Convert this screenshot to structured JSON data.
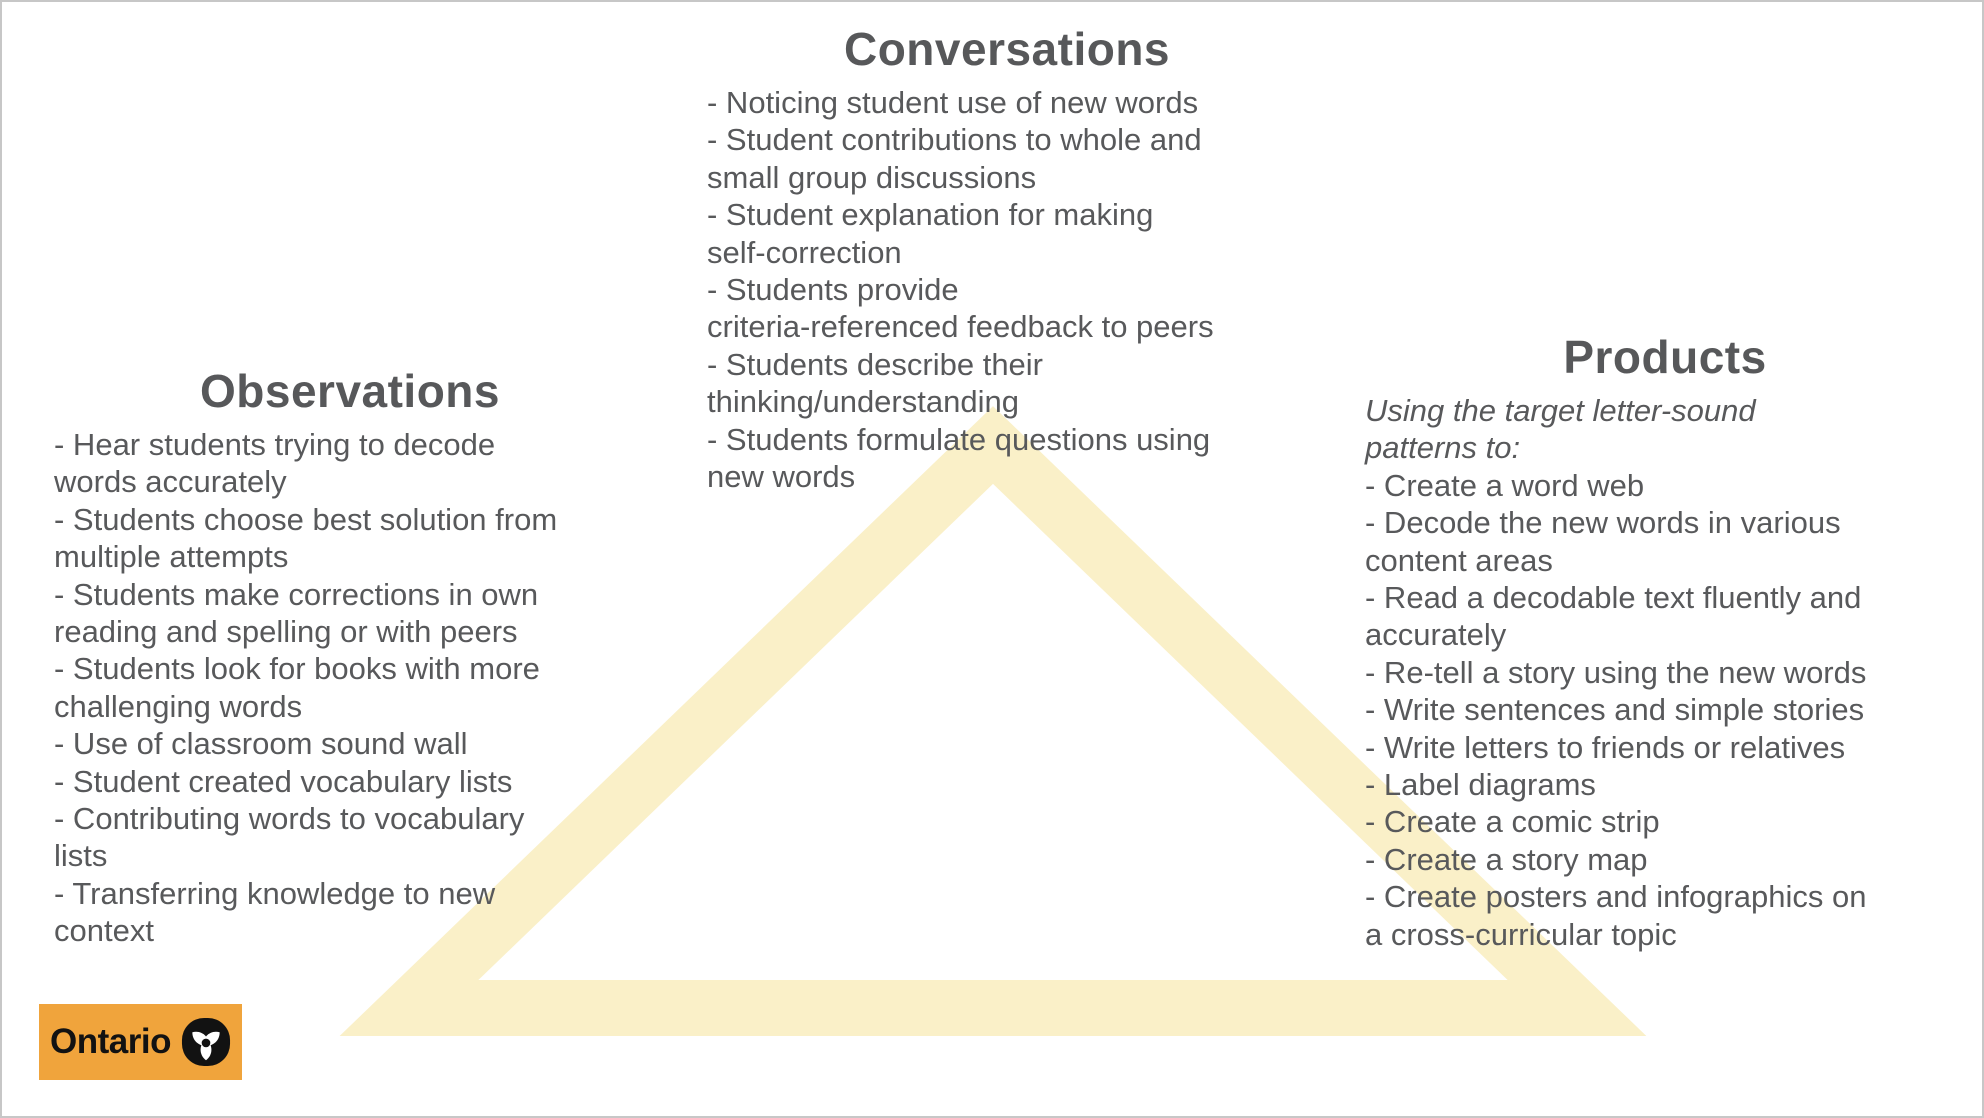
{
  "page": {
    "background_color": "#ffffff",
    "border_color": "#c7c7c7"
  },
  "triangle": {
    "shape": "triangle-outline",
    "color": "#faf0c8"
  },
  "sections": {
    "conversations": {
      "title": "Conversations",
      "items": [
        "- Noticing student use of new words",
        "- Student contributions to whole and\nsmall group discussions",
        "- Student explanation for making\nself-correction",
        "- Students provide\ncriteria-referenced feedback to peers",
        "- Students describe their\nthinking/understanding",
        "- Students formulate questions using\nnew words"
      ]
    },
    "observations": {
      "title": "Observations",
      "items": [
        "- Hear students trying to decode\nwords accurately",
        "- Students choose best solution from\nmultiple attempts",
        "- Students make corrections in own\nreading and spelling or with peers",
        "- Students look for books with more\nchallenging words",
        "- Use of classroom sound wall",
        "- Student created vocabulary lists",
        "- Contributing words to vocabulary\nlists",
        "- Transferring knowledge to new\ncontext"
      ]
    },
    "products": {
      "title": "Products",
      "intro": "Using the target letter-sound\npatterns to:",
      "items": [
        "- Create a word web",
        "- Decode the new words in various\ncontent areas",
        "- Read a decodable text fluently and\naccurately",
        "- Re-tell a story using the new words",
        "- Write sentences and simple stories",
        "- Write letters to friends or relatives",
        "- Label diagrams",
        "- Create a comic strip",
        "- Create a story map",
        "- Create posters and infographics on\na cross-curricular topic"
      ]
    }
  },
  "logo": {
    "text": "Ontario",
    "background_color": "#f0a43c",
    "icon": "trillium-icon"
  }
}
